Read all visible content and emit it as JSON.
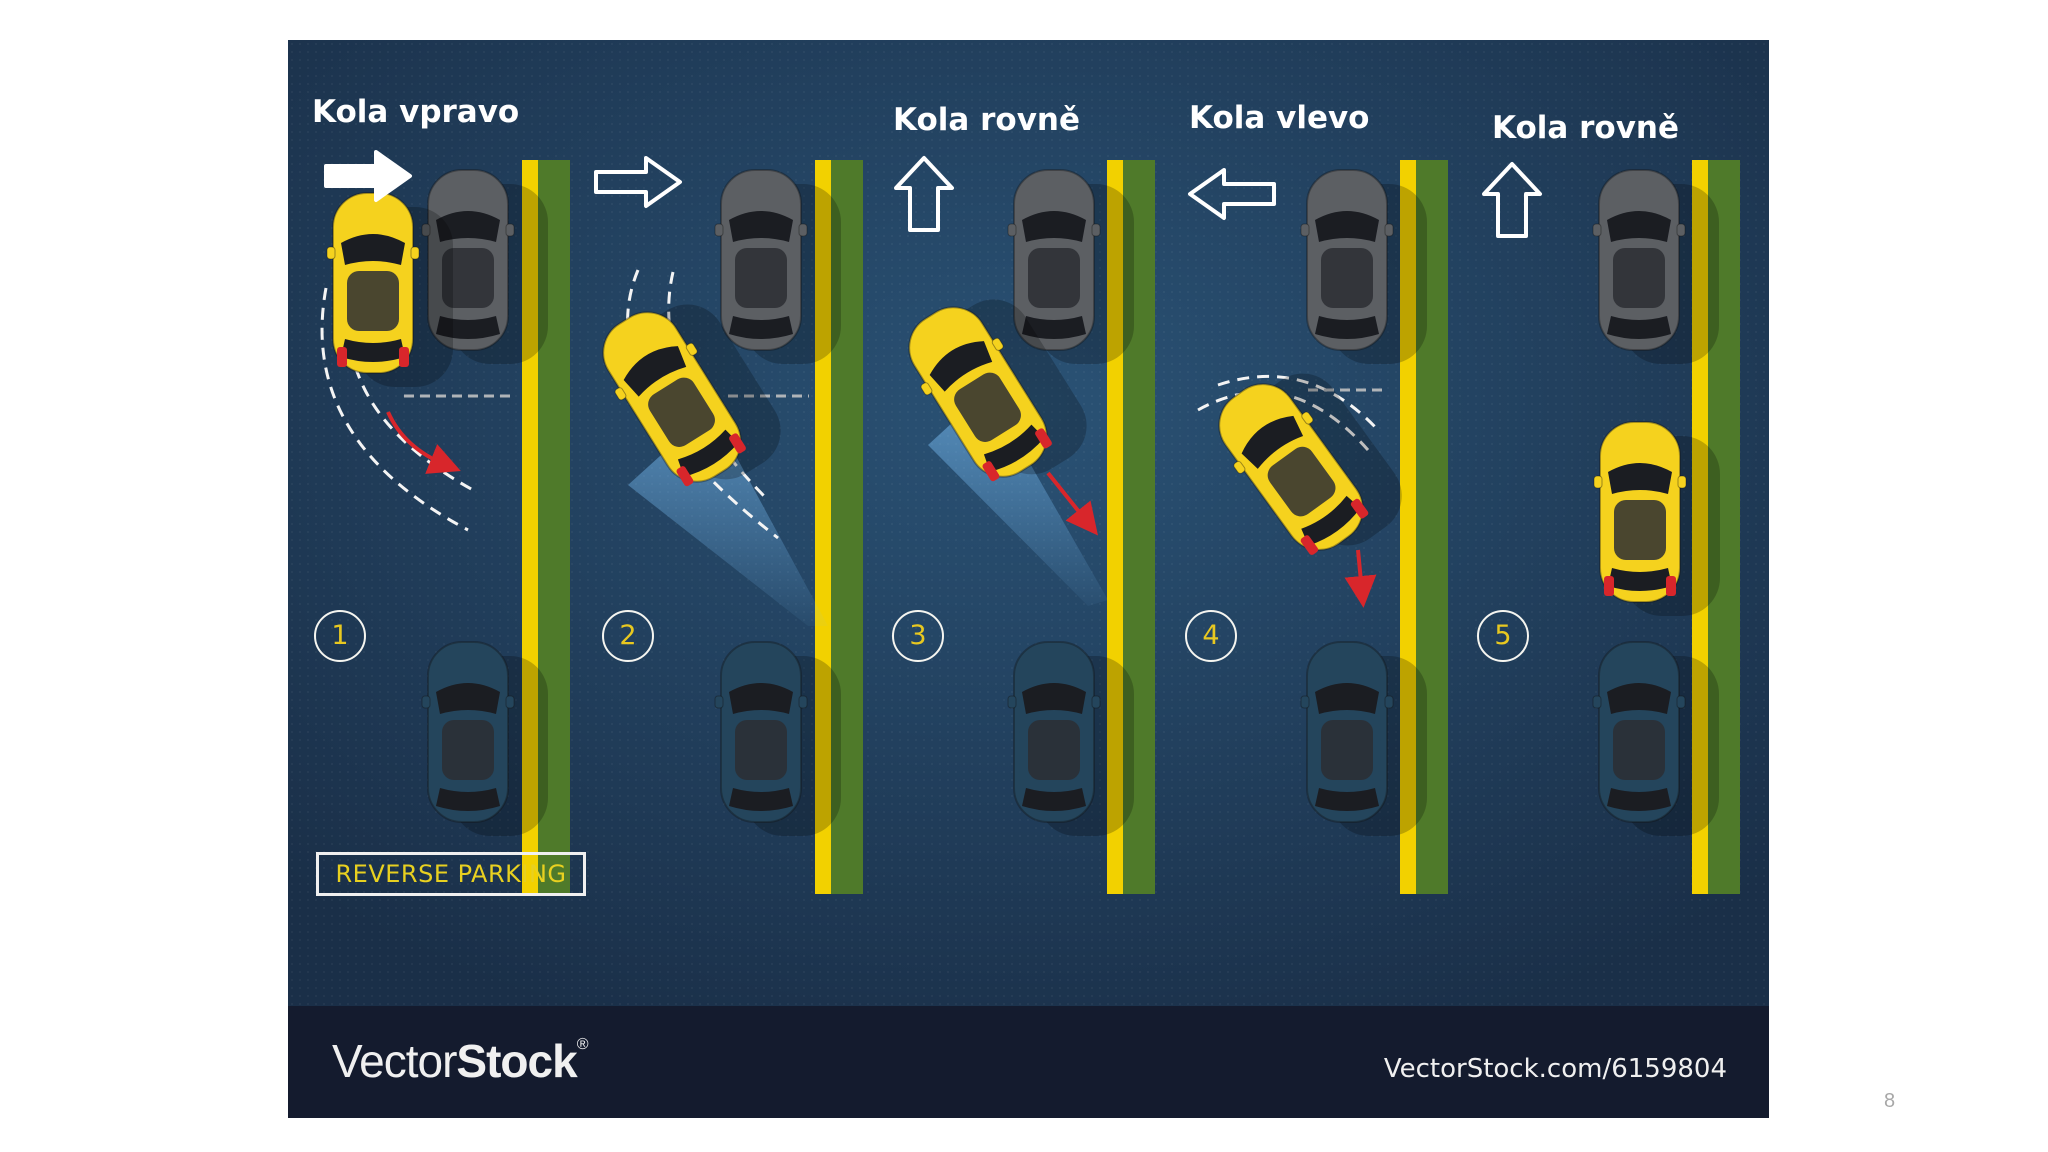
{
  "steps": [
    {
      "label": "Kola vpravo",
      "number": "1",
      "arrow": "right-arrow-icon"
    },
    {
      "label": "",
      "number": "2",
      "arrow": "right-arrow-icon"
    },
    {
      "label": "Kola rovně",
      "number": "3",
      "arrow": "up-arrow-icon"
    },
    {
      "label": "Kola vlevo",
      "number": "4",
      "arrow": "left-arrow-icon"
    },
    {
      "label": "Kola rovně",
      "number": "5",
      "arrow": "up-arrow-icon"
    }
  ],
  "caption": "REVERSE PARKING",
  "footer": {
    "logo_regular": "Vector",
    "logo_bold": "Stock",
    "logo_mark": "®",
    "url": "VectorStock.com/6159804"
  },
  "slide_number": "8",
  "colors": {
    "background": "#1f3b58",
    "footer": "#141b2e",
    "curb_yellow": "#f2d100",
    "grass_green": "#4f7a2a",
    "active_car": "#f5d21e",
    "grey_car": "#5c5f63",
    "dark_car": "#24455c",
    "motion_arrow": "#d8262b"
  }
}
